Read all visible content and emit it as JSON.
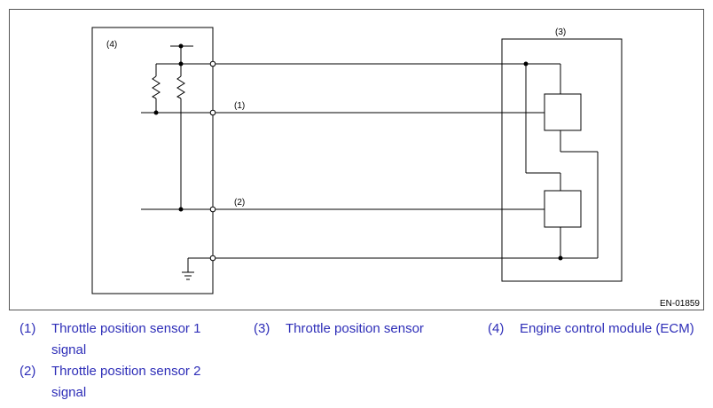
{
  "figure": {
    "id": "EN-01859",
    "callouts": {
      "ecm": "(4)",
      "tps": "(3)",
      "signal1": "(1)",
      "signal2": "(2)"
    }
  },
  "legend": {
    "items": [
      {
        "num": "(1)",
        "line1": "Throttle position sensor 1",
        "line2": "signal"
      },
      {
        "num": "(2)",
        "line1": "Throttle position sensor 2",
        "line2": "signal"
      },
      {
        "num": "(3)",
        "line1": "Throttle position sensor",
        "line2": ""
      },
      {
        "num": "(4)",
        "line1": "Engine control module (ECM)",
        "line2": ""
      }
    ]
  },
  "colors": {
    "legend_text": "#2e2eb8",
    "line": "#000000",
    "frame": "#555555"
  }
}
